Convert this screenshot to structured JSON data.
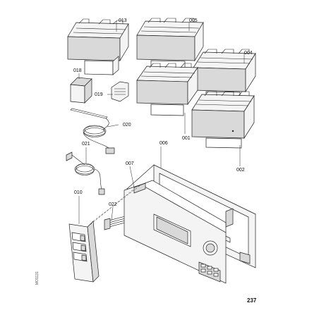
{
  "labels": {
    "p013": "013",
    "p005": "005",
    "p004": "004",
    "p018": "018",
    "p019": "019",
    "p020": "020",
    "p001": "001",
    "p002": "002",
    "p021": "021",
    "p006": "006",
    "p007": "007",
    "p010": "010",
    "p022": "022"
  },
  "page_number": "237",
  "drawing_id": "MO1131"
}
